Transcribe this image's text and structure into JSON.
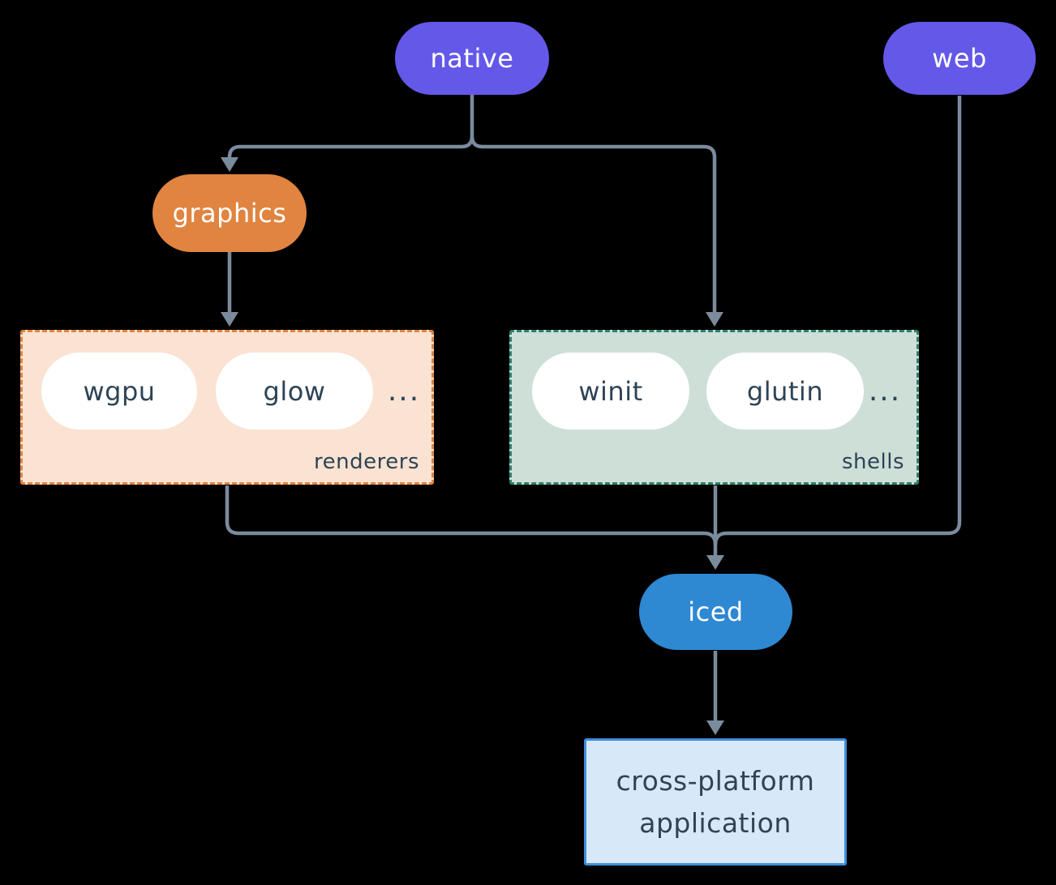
{
  "canvas": {
    "background": "#000000"
  },
  "connectors": {
    "color": "#7A8B9D"
  },
  "nodes": {
    "native": {
      "label": "native",
      "bg": "#6458E9",
      "text": "#FFFFFF"
    },
    "web": {
      "label": "web",
      "bg": "#6458E9",
      "text": "#FFFFFF"
    },
    "graphics": {
      "label": "graphics",
      "bg": "#E08440",
      "text": "#FFFFFF"
    },
    "iced": {
      "label": "iced",
      "bg": "#2E88D2",
      "text": "#FFFFFF"
    },
    "wgpu": {
      "label": "wgpu",
      "bg": "#FFFFFF",
      "text": "#2E4355"
    },
    "glow": {
      "label": "glow",
      "bg": "#FFFFFF",
      "text": "#2E4355"
    },
    "winit": {
      "label": "winit",
      "bg": "#FFFFFF",
      "text": "#2E4355"
    },
    "glutin": {
      "label": "glutin",
      "bg": "#FFFFFF",
      "text": "#2E4355"
    }
  },
  "groups": {
    "renderers": {
      "label": "renderers",
      "more": "...",
      "bg": "#FAE3D2",
      "border": "#E08440",
      "label_color": "#2E4355"
    },
    "shells": {
      "label": "shells",
      "more": "...",
      "bg": "#CEDFD8",
      "border": "#2D7F6E",
      "label_color": "#2E4355"
    }
  },
  "application": {
    "line1": "cross-platform",
    "line2": "application",
    "bg": "#D7E8F9",
    "border": "#3D8EDB",
    "text": "#2E4355"
  }
}
